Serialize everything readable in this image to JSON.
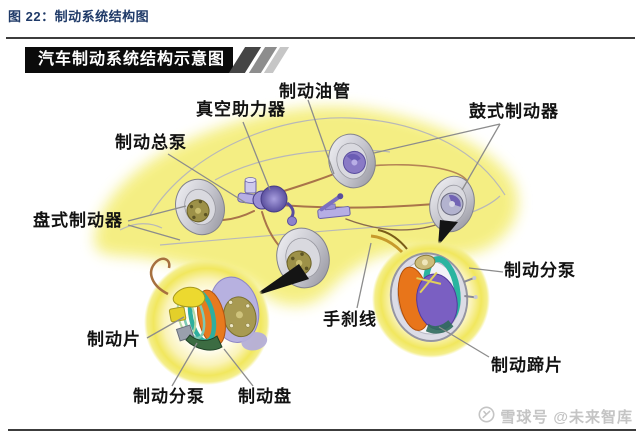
{
  "figure": {
    "caption": "图 22：制动系统结构图"
  },
  "diagram": {
    "banner_title": "汽车制动系统结构示意图",
    "labels": [
      {
        "id": "brake-oil-pipe",
        "text": "制动油管"
      },
      {
        "id": "vacuum-booster",
        "text": "真空助力器"
      },
      {
        "id": "master-cylinder",
        "text": "制动总泵"
      },
      {
        "id": "drum-brake",
        "text": "鼓式制动器"
      },
      {
        "id": "disc-brake",
        "text": "盘式制动器"
      },
      {
        "id": "handbrake-cable",
        "text": "手刹线"
      },
      {
        "id": "brake-pad",
        "text": "制动片"
      },
      {
        "id": "wheel-cylinder-front",
        "text": "制动分泵"
      },
      {
        "id": "brake-disc",
        "text": "制动盘"
      },
      {
        "id": "wheel-cylinder-rear",
        "text": "制动分泵"
      },
      {
        "id": "brake-shoe",
        "text": "制动蹄片"
      }
    ],
    "colors": {
      "caption_blue": "#1f3a68",
      "banner_bg": "#0b0b0b",
      "banner_text": "#ffffff",
      "highlight_yellow": "#f4ee7d",
      "pipe_brown": "#a9744a",
      "disc_gold": "#9d9148",
      "drum_purple": "#8a7ac6",
      "booster_violet": "#8d83cc",
      "shoe_orange": "#e8751a",
      "shoe_teal": "#2ab4a0",
      "label_black": "#121212",
      "watermark_gray": "#c4c4c4"
    }
  },
  "watermark": {
    "brand": "雪球号",
    "account": "@未来智库"
  }
}
